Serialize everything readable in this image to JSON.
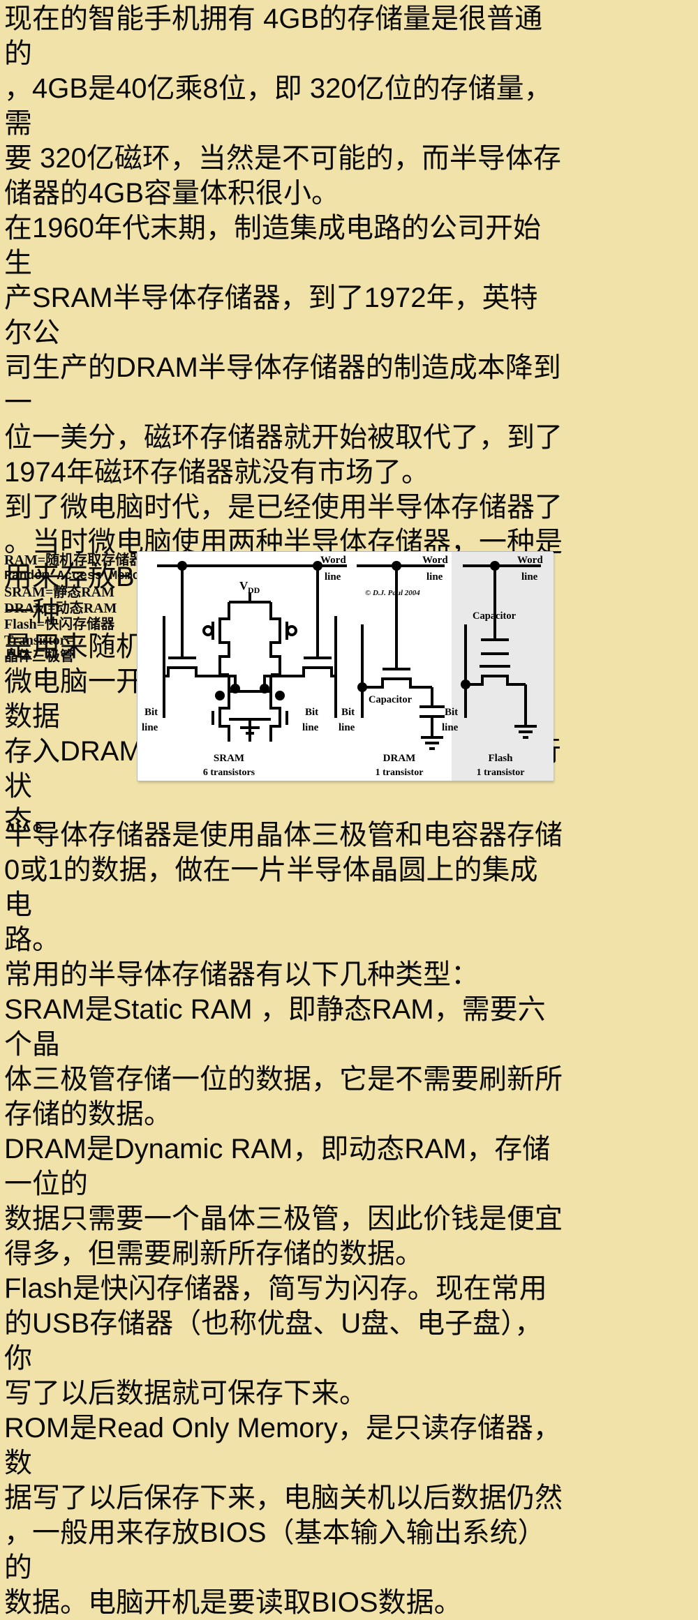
{
  "document": {
    "background_color": "#f0e2a8",
    "text_color": "#0a0a0a"
  },
  "top_text": "现在的智能手机拥有 4GB的存储量是很普通的\n，4GB是40亿乘8位，即 320亿位的存储量，需\n要 320亿磁环，当然是不可能的，而半导体存\n储器的4GB容量体积很小。\n在1960年代末期，制造集成电路的公司开始生\n产SRAM半导体存储器，到了1972年，英特尔公\n司生产的DRAM半导体存储器的制造成本降到一\n位一美分，磁环存储器就开始被取代了，到了\n1974年磁环存储器就没有市场了。\n到了微电脑时代，是已经使用半导体存储器了\n。当时微电脑使用两种半导体存储器，一种是\n用来存放BIOS数据的只读 ROM存储器，另一种\n是用来随机存储数据的 DRAM存储器。\n微电脑一开机就从ROM存储器读取 BIOS的数据\n存入DRAM中，电脑的各部分硬件就处于运行状\n态。",
  "legend": {
    "lines": [
      "RAM=随机存取存储器",
      "Random Access Memory",
      "SRAM=静态RAM",
      "DRAM=动态RAM",
      "Flash=快闪存储器",
      "Transistor=",
      "晶体三极管"
    ]
  },
  "figure": {
    "copyright": "© D.J. Paul 2004",
    "vdd": "V",
    "vdd_sub": "DD",
    "word_line_1": "Word",
    "word_line_2": "line",
    "bit_line_1": "Bit",
    "bit_line_2": "line",
    "capacitor": "Capacitor",
    "cells": [
      {
        "name": "SRAM",
        "detail": "6 transistors"
      },
      {
        "name": "DRAM",
        "detail": "1 transistor"
      },
      {
        "name": "Flash",
        "detail": "1 transistor"
      }
    ]
  },
  "bottom_text": "半导体存储器是使用晶体三极管和电容器存储\n0或1的数据，做在一片半导体晶圆上的集成电\n路。\n常用的半导体存储器有以下几种类型：\nSRAM是Static RAM ，即静态RAM，需要六个晶\n体三极管存储一位的数据，它是不需要刷新所\n存储的数据。\nDRAM是Dynamic RAM，即动态RAM，存储一位的\n数据只需要一个晶体三极管，因此价钱是便宜\n得多，但需要刷新所存储的数据。\nFlash是快闪存储器，简写为闪存。现在常用\n的USB存储器（也称优盘、U盘、电子盘），你\n写了以后数据就可保存下来。\nROM是Read Only Memory，是只读存储器，数\n据写了以后保存下来，电脑关机以后数据仍然\n，一般用来存放BIOS（基本输入输出系统）的\n数据。电脑开机是要读取BIOS数据。"
}
